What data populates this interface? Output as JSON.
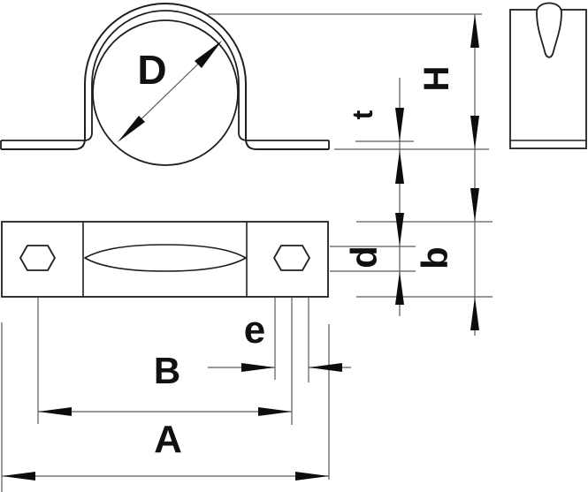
{
  "drawing": {
    "labels": {
      "pipe_diameter": "D",
      "overall_height": "H",
      "material_thickness": "t",
      "hole_diameter": "d",
      "base_width": "b",
      "slot_length": "e",
      "hole_spacing": "B",
      "overall_length": "A"
    },
    "colors": {
      "background": "#ffffff",
      "object_line": "#1f1f1f",
      "dimension_line": "#5a5a5a",
      "arrow": "#0d0d0d",
      "text": "#111111"
    }
  }
}
